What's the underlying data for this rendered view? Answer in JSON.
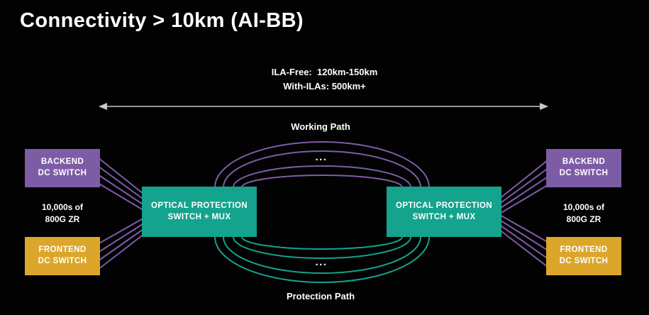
{
  "title": "Connectivity > 10km (AI-BB)",
  "range_note": {
    "ila_free": "ILA-Free:  120km-150km",
    "with_ilas": "With-ILAs: 500km+"
  },
  "paths": {
    "working": "Working Path",
    "protection": "Protection Path",
    "ellipsis": "..."
  },
  "nodes": {
    "backend": {
      "line1": "BACKEND",
      "line2": "DC SWITCH"
    },
    "frontend": {
      "line1": "FRONTEND",
      "line2": "DC SWITCH"
    },
    "optical": {
      "line1": "OPTICAL PROTECTION",
      "line2": "SWITCH + MUX"
    },
    "capacity": {
      "line1": "10,000s of",
      "line2": "800G ZR"
    }
  },
  "colors": {
    "background": "#000000",
    "text": "#ffffff",
    "backend_purple": "#7d5ca6",
    "frontend_orange": "#dca62a",
    "optical_teal": "#14a38d",
    "working_path_purple": "#7d5ca6",
    "protection_path_teal": "#14a38d",
    "arrow_gray": "#c8c8c8"
  }
}
